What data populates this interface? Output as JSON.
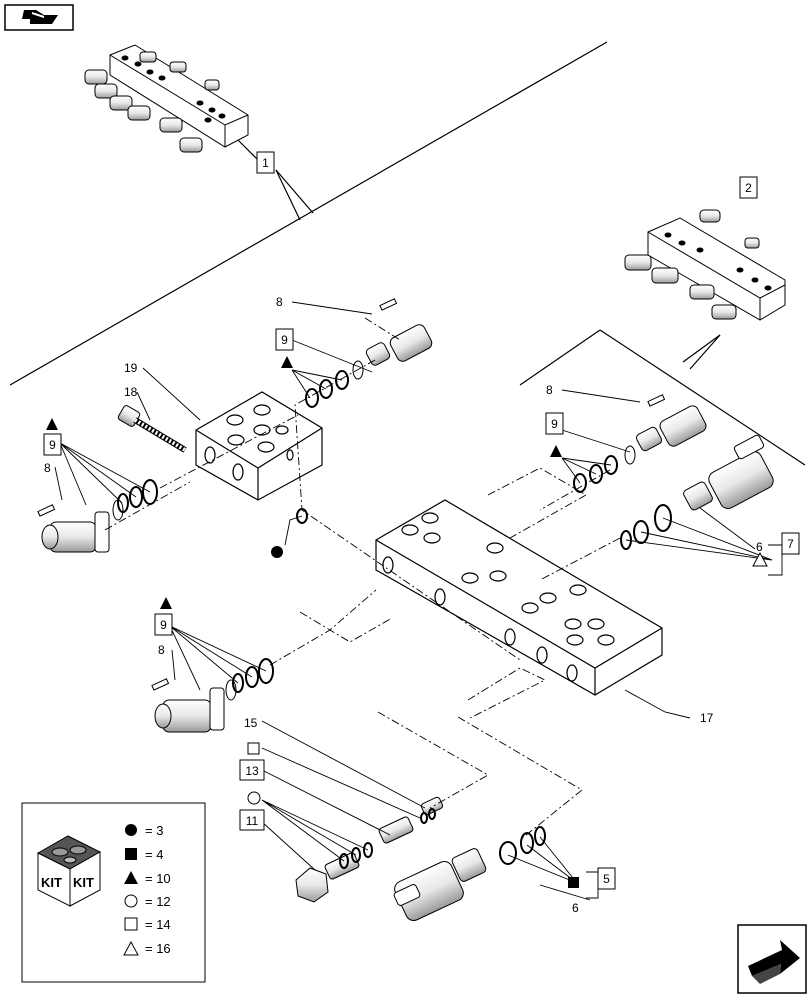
{
  "parts": {
    "p1": "1",
    "p2": "2",
    "p5": "5",
    "p6a": "6",
    "p6b": "6",
    "p7": "7",
    "p8a": "8",
    "p8b": "8",
    "p8c": "8",
    "p8d": "8",
    "p9a": "9",
    "p9b": "9",
    "p9c": "9",
    "p9d": "9",
    "p11": "11",
    "p13": "13",
    "p15": "15",
    "p17": "17",
    "p18": "18",
    "p19": "19"
  },
  "legend": {
    "kit_left": "KIT",
    "kit_right": "KIT",
    "items": [
      {
        "symbol": "filled-circle",
        "text": "= 3"
      },
      {
        "symbol": "filled-square",
        "text": "= 4"
      },
      {
        "symbol": "filled-triangle",
        "text": "= 10"
      },
      {
        "symbol": "open-circle",
        "text": "= 12"
      },
      {
        "symbol": "open-square",
        "text": "= 14"
      },
      {
        "symbol": "open-triangle",
        "text": "= 16"
      }
    ]
  },
  "nav": {
    "top_icon": "previous-page-icon",
    "bottom_icon": "next-page-icon"
  }
}
